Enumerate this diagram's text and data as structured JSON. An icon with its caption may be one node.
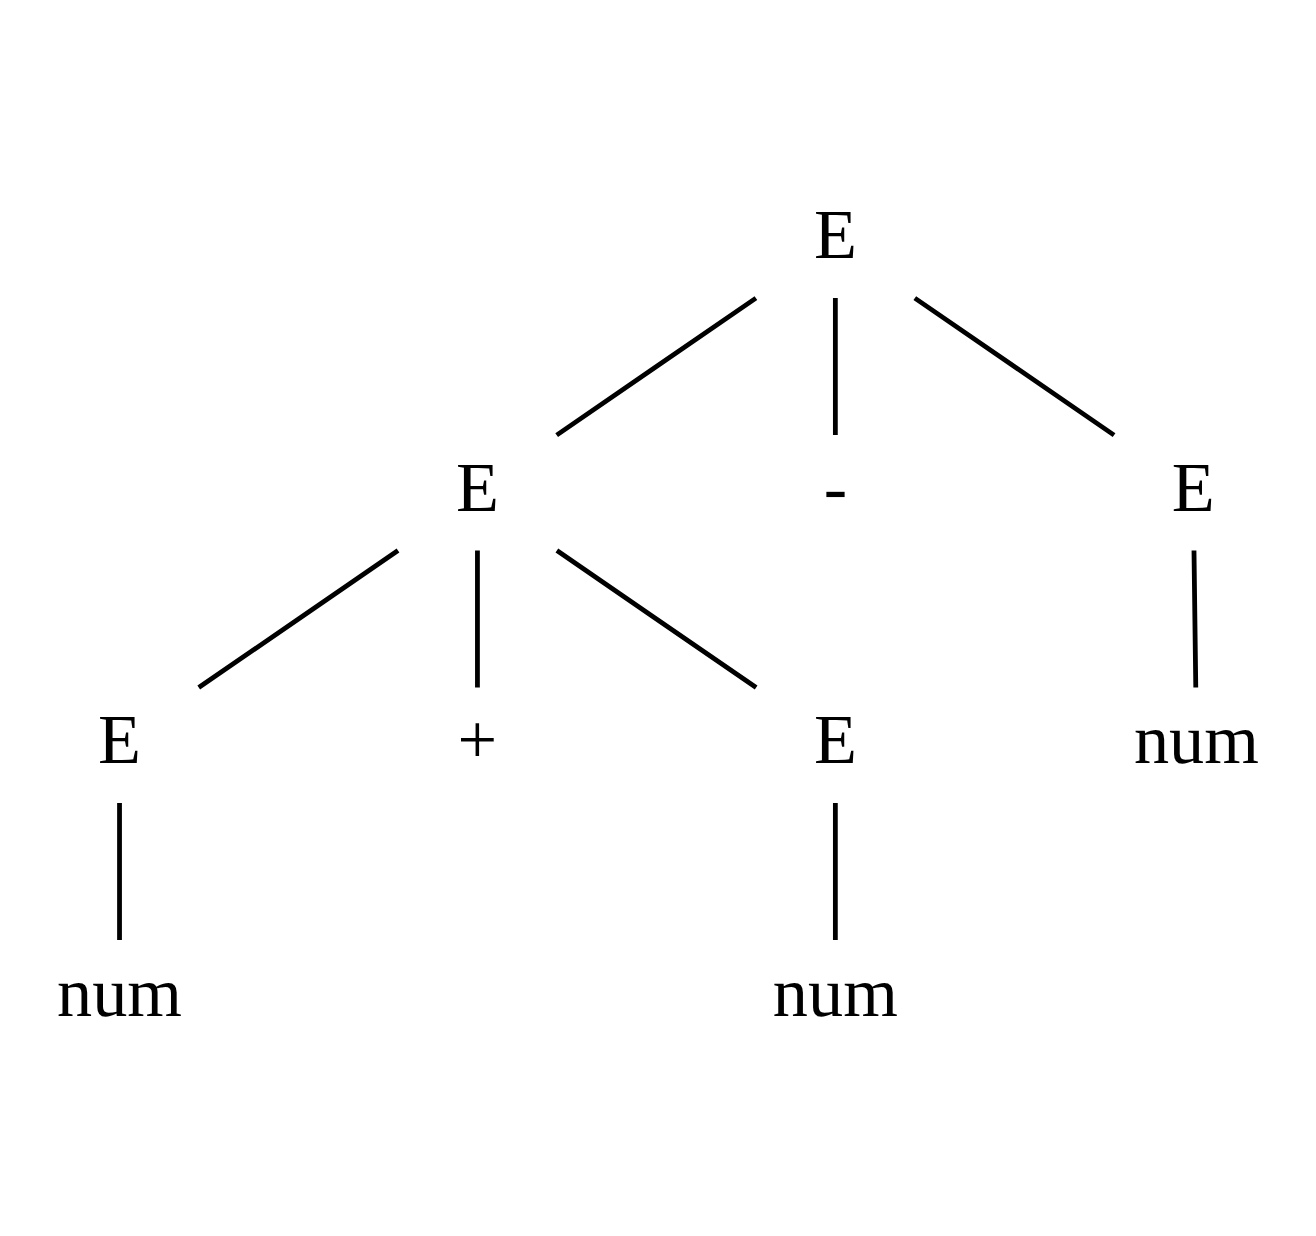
{
  "diagram": {
    "nodes": [
      {
        "text": [
          "E"
        ]
      },
      {
        "text": [
          "E"
        ]
      },
      {
        "text": [
          "-"
        ]
      },
      {
        "text": [
          "E"
        ]
      },
      {
        "text": [
          "E"
        ]
      },
      {
        "text": [
          "+"
        ]
      },
      {
        "text": [
          "E"
        ]
      },
      {
        "text": [
          "num"
        ]
      },
      {
        "text": [
          "num"
        ]
      },
      {
        "text": [
          "num"
        ]
      }
    ],
    "edges": [
      {
        "from": 0,
        "to": 1,
        "arrow": "none"
      },
      {
        "from": 0,
        "to": 2,
        "arrow": "none"
      },
      {
        "from": 0,
        "to": 3,
        "arrow": "none"
      },
      {
        "from": 1,
        "to": 4,
        "arrow": "none"
      },
      {
        "from": 1,
        "to": 5,
        "arrow": "none"
      },
      {
        "from": 1,
        "to": 6,
        "arrow": "none"
      },
      {
        "from": 3,
        "to": 7,
        "arrow": "none"
      },
      {
        "from": 4,
        "to": 8,
        "arrow": "none"
      },
      {
        "from": 6,
        "to": 9,
        "arrow": "none"
      }
    ]
  }
}
